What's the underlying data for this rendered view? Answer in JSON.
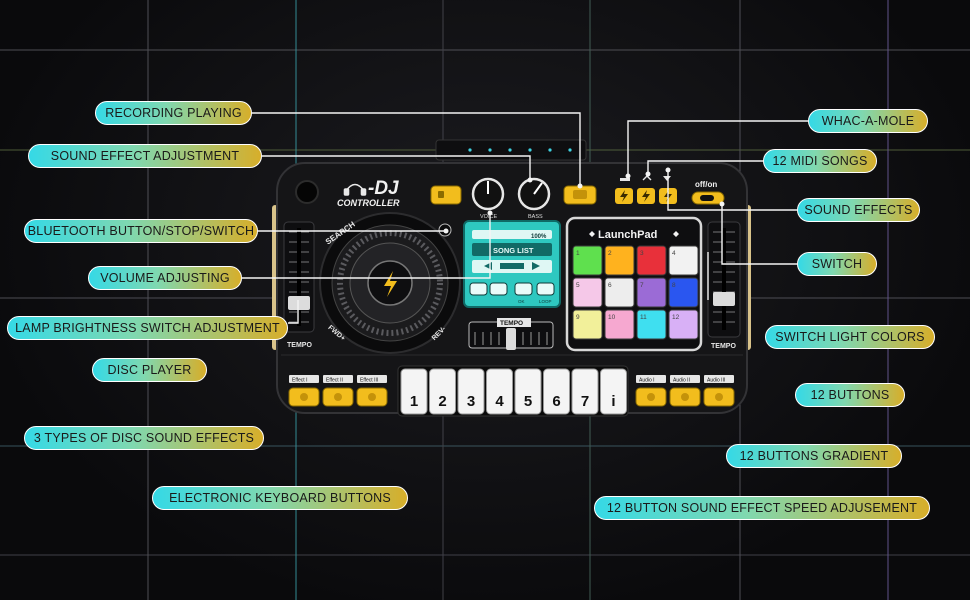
{
  "device": {
    "logo_line1": "-DJ",
    "logo_line2": "CONTROLLER",
    "launchpad_title": "LaunchPad",
    "song_list": "SONG LIST",
    "screen_percent": "100%",
    "tempo_left": "TEMPO",
    "tempo_right": "TEMPO",
    "tempo_center": "TEMPO",
    "power_label": "off/on",
    "knob_voice": "VOICE",
    "knob_bass": "BASS",
    "jog_search": "SEARCH",
    "jog_fwd": "FWD+",
    "jog_rev": "REV-",
    "ctrl_ok": "OK",
    "ctrl_loop": "LOOP",
    "effects": [
      "Effect I",
      "Effect II",
      "Effect III"
    ],
    "audios": [
      "Audio I",
      "Audio II",
      "Audio III"
    ],
    "keys": [
      "1",
      "2",
      "3",
      "4",
      "5",
      "6",
      "7",
      "i"
    ],
    "pad_numbers": [
      "1",
      "2",
      "3",
      "4",
      "5",
      "6",
      "7",
      "8",
      "9",
      "10",
      "11",
      "12"
    ],
    "pad_colors": [
      "#5fe04e",
      "#ffb21e",
      "#e8303a",
      "#f2f2f2",
      "#f5c8e8",
      "#ededed",
      "#9b6bd6",
      "#2a56f0",
      "#f2f09a",
      "#f6a8d0",
      "#3fdff0",
      "#d8b0f6"
    ]
  },
  "callouts": [
    "RECORDING PLAYING",
    "SOUND EFFECT ADJUSTMENT",
    "BLUETOOTH BUTTON/STOP/SWITCH",
    "VOLUME ADJUSTING",
    "LAMP BRIGHTNESS SWITCH ADJUSTMENT",
    "DISC PLAYER",
    "3 TYPES OF DISC SOUND EFFECTS",
    "ELECTRONIC KEYBOARD BUTTONS",
    "WHAC-A-MOLE",
    "12 MIDI SONGS",
    "SOUND EFFECTS",
    "SWITCH",
    "SWITCH LIGHT COLORS",
    "12 BUTTONS",
    "12 BUTTONS GRADIENT",
    "12 BUTTON SOUND EFFECT SPEED ADJUSEMENT"
  ],
  "colors": {
    "pill_start": "#35d9e6",
    "pill_end": "#d7ae2a",
    "accent_yellow": "#f2bd1d",
    "screen_teal": "#2ec8c0"
  }
}
